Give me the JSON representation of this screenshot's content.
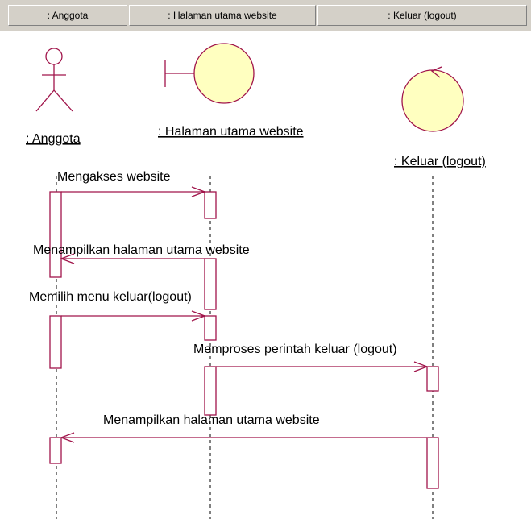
{
  "header": {
    "cols": [
      ": Anggota",
      ": Halaman utama website",
      ": Keluar (logout)"
    ]
  },
  "participants": {
    "actor": ": Anggota",
    "boundary": ": Halaman utama website",
    "control": ": Keluar (logout)"
  },
  "messages": [
    "Mengakses website",
    "Menampilkan halaman utama website",
    "Memilih menu keluar(logout)",
    "Memproses perintah keluar (logout)",
    "Menampilkan halaman utama website"
  ],
  "colors": {
    "line": "#a0144a",
    "fill": "#ffffc0",
    "header": "#d4d0c8"
  }
}
